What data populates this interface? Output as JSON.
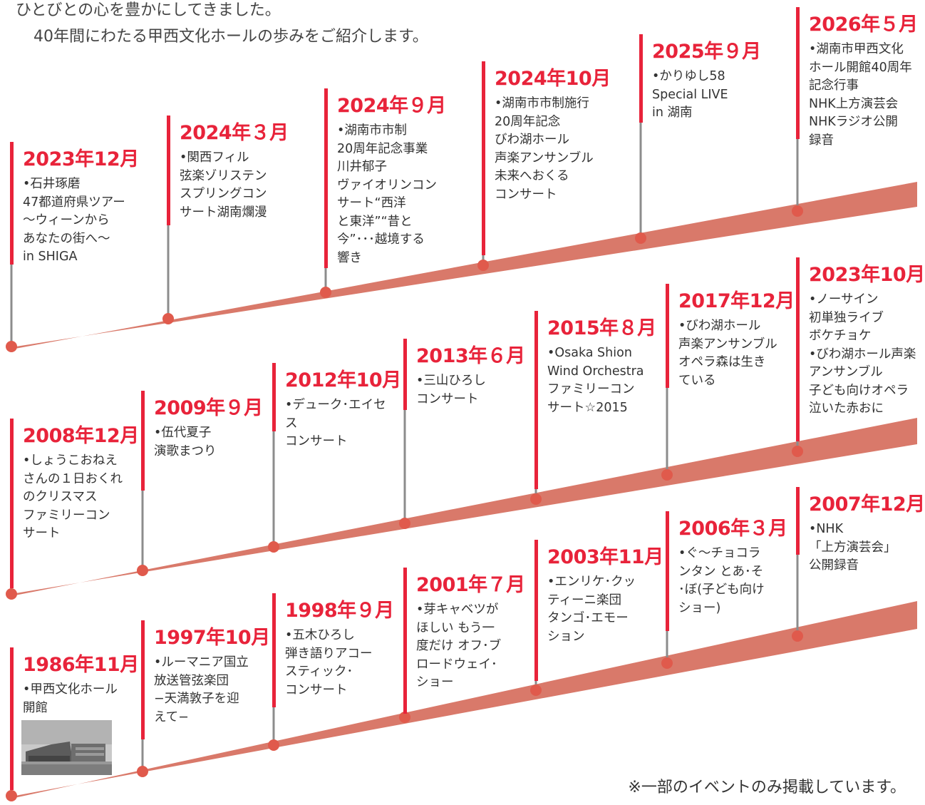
{
  "intro": {
    "line1": "ひとびとの心を豊かにしてきました。",
    "line2": "40年間にわたる甲西文化ホールの歩みをご紹介します。"
  },
  "colors": {
    "accent": "#e8233a",
    "band": "#d9796a",
    "stem": "#8c8c8c",
    "dot": "#e05a4c"
  },
  "rows": [
    {
      "events": [
        {
          "date": "2023年12月",
          "desc": "•石井琢磨\n47都道府県ツアー\n〜ウィーンから\nあなたの街へ〜\nin SHIGA"
        },
        {
          "date": "2024年３月",
          "desc": "•関西フィル\n弦楽ゾリステン\nスプリングコン\nサート湖南爛漫"
        },
        {
          "date": "2024年９月",
          "desc": "•湖南市市制\n20周年記念事業\n川井郁子\nヴァイオリンコン\nサート“西洋\nと東洋”“昔と\n今”･･･越境する\n響き"
        },
        {
          "date": "2024年10月",
          "desc": "•湖南市市制施行\n20周年記念\nびわ湖ホール\n声楽アンサンブル\n未来へおくる\nコンサート"
        },
        {
          "date": "2025年９月",
          "desc": "•かりゆし58\nSpecial LIVE\nin 湖南"
        },
        {
          "date": "2026年５月",
          "desc": "•湖南市甲西文化\nホール開館40周年\n記念行事\nNHK上方演芸会\nNHKラジオ公開\n録音"
        }
      ]
    },
    {
      "events": [
        {
          "date": "2008年12月",
          "desc": "•しょうこおねえ\nさんの１日おくれ\nのクリスマス\nファミリーコン\nサート"
        },
        {
          "date": "2009年９月",
          "desc": "•伍代夏子\n演歌まつり"
        },
        {
          "date": "2012年10月",
          "desc": "•デューク･エイセス\nコンサート"
        },
        {
          "date": "2013年６月",
          "desc": "•三山ひろし\nコンサート"
        },
        {
          "date": "2015年８月",
          "desc": "•Osaka Shion\nWind Orchestra\nファミリーコン\nサート☆2015"
        },
        {
          "date": "2017年12月",
          "desc": "•びわ湖ホール\n声楽アンサンブル\nオペラ森は生き\nている"
        },
        {
          "date": "2023年10月",
          "desc": "•ノーサイン\n初単独ライブ\nボケチョケ\n•びわ湖ホール声楽\nアンサンブル\n子ども向けオペラ\n泣いた赤おに"
        }
      ]
    },
    {
      "events": [
        {
          "date": "1986年11月",
          "desc": "•甲西文化ホール\n開館"
        },
        {
          "date": "1997年10月",
          "desc": "•ルーマニア国立\n放送管弦楽団\n−天満敦子を迎\nえて−"
        },
        {
          "date": "1998年９月",
          "desc": "•五木ひろし\n弾き語りアコー\nスティック･\nコンサート"
        },
        {
          "date": "2001年７月",
          "desc": "•芽キャベツが\nほしい もう一\n度だけ オフ･ブ\nロードウェイ･\nショー"
        },
        {
          "date": "2003年11月",
          "desc": "•エンリケ･クッ\nティーニ楽団\nタンゴ･エモー\nション"
        },
        {
          "date": "2006年３月",
          "desc": "•ぐ〜チョコラ\nンタン とあ･そ\n･ぼ(子ども向け\nショー)"
        },
        {
          "date": "2007年12月",
          "desc": "•NHK\n「上方演芸会」\n公開録音"
        }
      ]
    }
  ],
  "note": "※一部のイベントのみ掲載しています。"
}
